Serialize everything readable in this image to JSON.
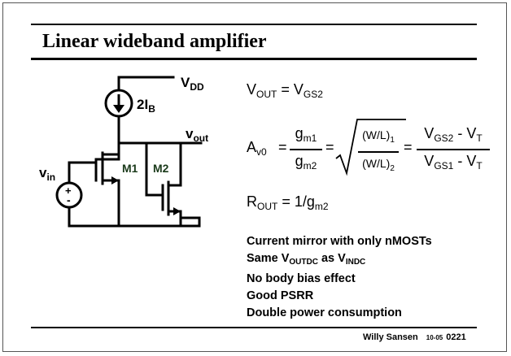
{
  "slide": {
    "title": "Linear wideband amplifier",
    "circuit": {
      "vdd": "V",
      "vdd_sub": "DD",
      "current": "2I",
      "current_sub": "B",
      "vout": "v",
      "vout_sub": "out",
      "vin": "v",
      "vin_sub": "in",
      "m1": "M1",
      "m2": "M2",
      "plus": "+",
      "minus": "-"
    },
    "eq1": {
      "lhs": "V",
      "lhs_sub": "OUT",
      "eq": " = ",
      "rhs": "V",
      "rhs_sub": "GS2"
    },
    "eq2": {
      "lhs": "A",
      "lhs_sub": "v0",
      "eq": "=",
      "g_num": "g",
      "g_num_sub": "m1",
      "g_den": "g",
      "g_den_sub": "m2",
      "wl_num": "(W/L)",
      "wl_num_sub": "1",
      "wl_den": "(W/L)",
      "wl_den_sub": "2",
      "v_num": "V",
      "v_num_sub": "GS2",
      "v_num_tail": " - V",
      "v_num_tail_sub": "T",
      "v_den": "V",
      "v_den_sub": "GS1",
      "v_den_tail": " - V",
      "v_den_tail_sub": "T"
    },
    "eq3": {
      "lhs": "R",
      "lhs_sub": "OUT",
      "rhs": " = 1/g",
      "rhs_sub": "m2"
    },
    "bullets": {
      "b1": "Current mirror with only nMOSTs",
      "b2_a": "Same V",
      "b2_sub1": "OUTDC",
      "b2_b": " as V",
      "b2_sub2": "INDC",
      "b3": "No body bias effect",
      "b4": "Good PSRR",
      "b5": "Double power consumption"
    },
    "footer": {
      "author": "Willy Sansen",
      "date": "10-05",
      "page": "0221"
    }
  }
}
